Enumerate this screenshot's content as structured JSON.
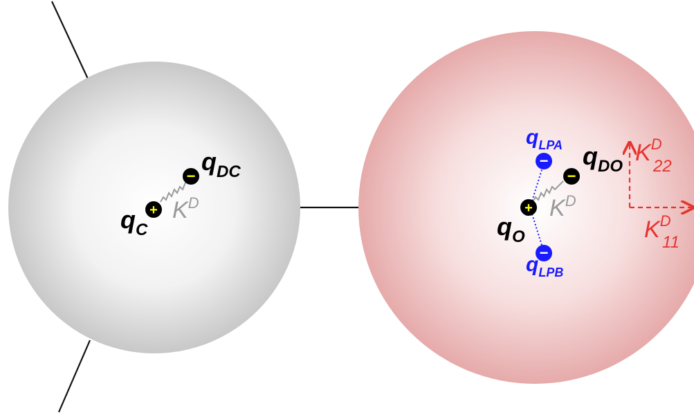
{
  "atoms": {
    "carbon": {
      "charge_sign": "+",
      "drude_charge_sign": "−",
      "label_main": "q",
      "label_sub": "C",
      "drude_label_main": "q",
      "drude_label_sub": "DC",
      "spring_label_main": "K",
      "spring_label_sup": "D",
      "color": "#d9d9d9"
    },
    "oxygen": {
      "charge_sign": "+",
      "drude_charge_sign": "−",
      "label_main": "q",
      "label_sub": "O",
      "drude_label_main": "q",
      "drude_label_sub": "DO",
      "spring_label_main": "K",
      "spring_label_sup": "D",
      "color": "#eeb9b9"
    }
  },
  "lone_pairs": {
    "a": {
      "sign": "−",
      "label_main": "q",
      "label_sub": "LPA"
    },
    "b": {
      "sign": "−",
      "label_main": "q",
      "label_sub": "LPB"
    },
    "color": "#1a1aff"
  },
  "anisotropy": {
    "k22": {
      "main": "K",
      "sup": "D",
      "sub": "22"
    },
    "k11": {
      "main": "K",
      "sup": "D",
      "sub": "11"
    },
    "color": "#e8322e"
  }
}
